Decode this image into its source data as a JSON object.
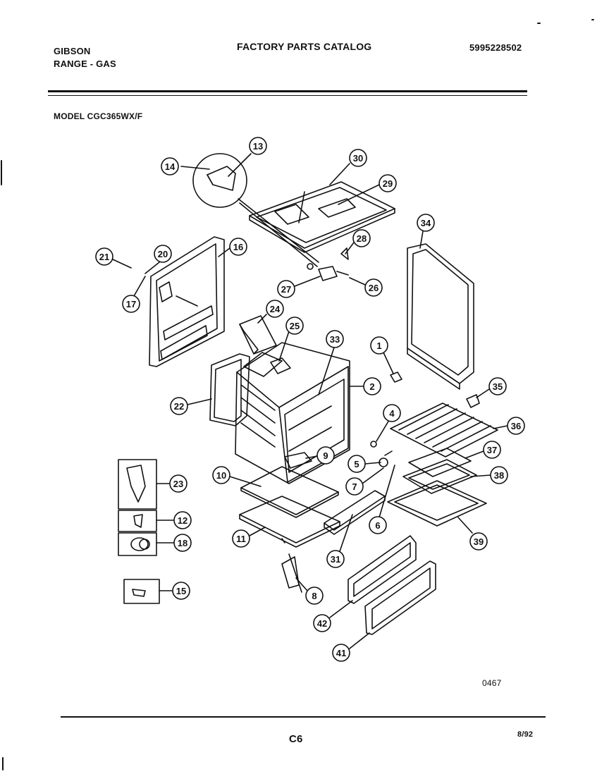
{
  "header": {
    "brand": "GIBSON",
    "product": "RANGE - GAS",
    "catalog_title": "FACTORY PARTS CATALOG",
    "catalog_number": "5995228502",
    "model": "MODEL CGC365WX/F"
  },
  "footer": {
    "diagram_code": "0467",
    "page_code": "C6",
    "date_code": "8/92"
  },
  "callouts": [
    "1",
    "2",
    "4",
    "5",
    "6",
    "7",
    "8",
    "9",
    "10",
    "11",
    "12",
    "13",
    "14",
    "15",
    "16",
    "17",
    "18",
    "20",
    "21",
    "22",
    "23",
    "24",
    "25",
    "26",
    "27",
    "28",
    "29",
    "30",
    "31",
    "33",
    "34",
    "35",
    "36",
    "37",
    "38",
    "39",
    "41",
    "42"
  ]
}
